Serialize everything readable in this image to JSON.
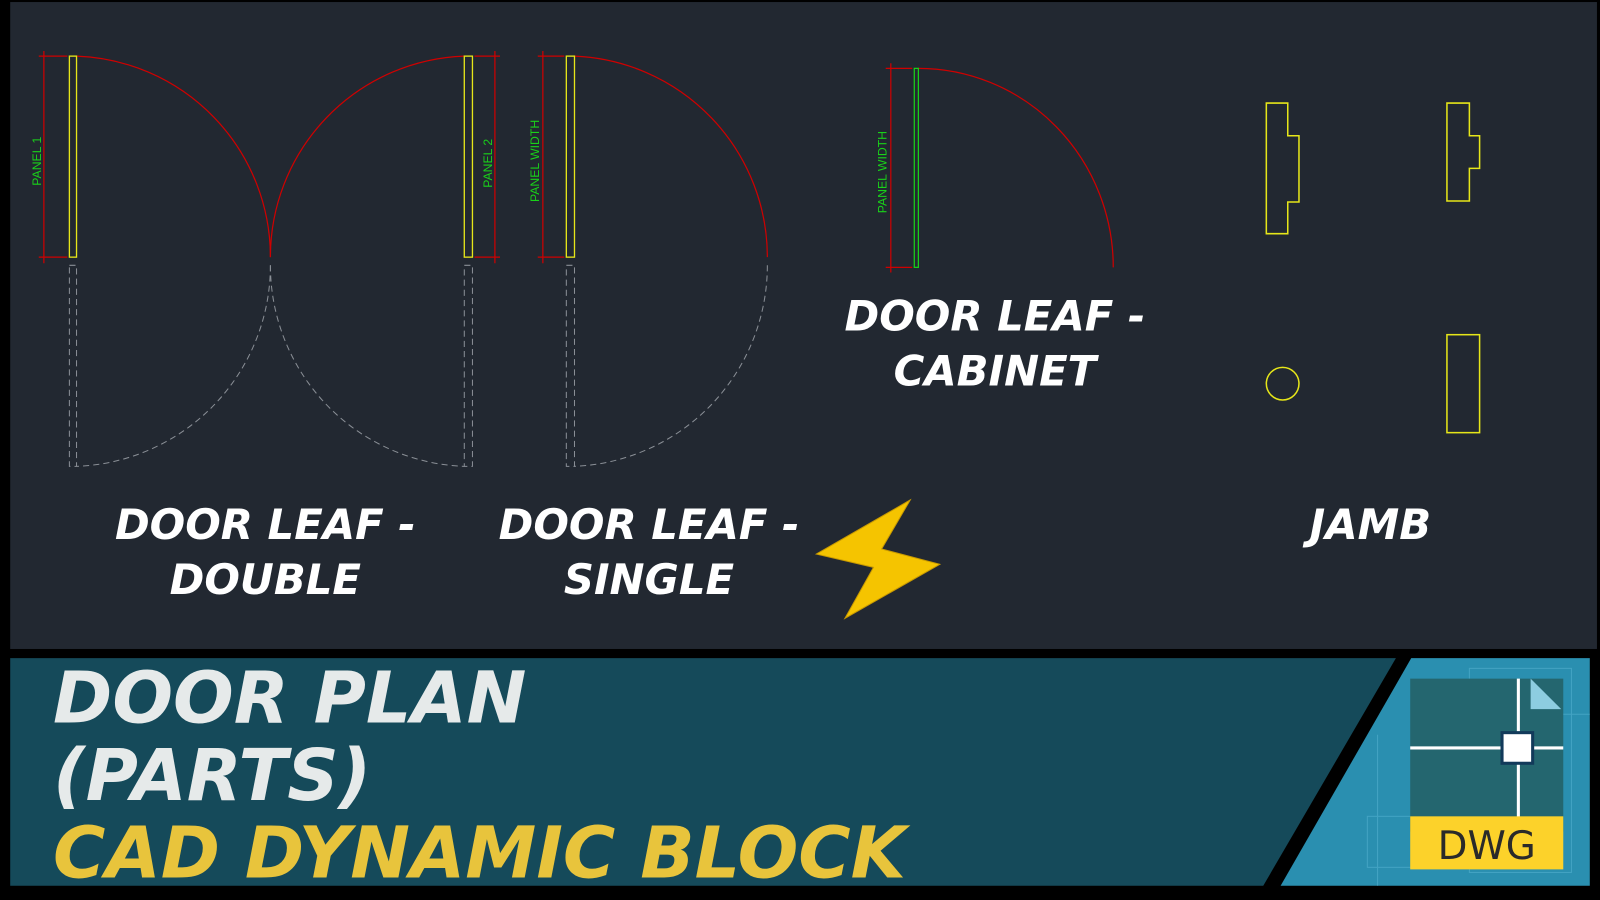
{
  "drawing": {
    "dimension_labels": {
      "panel_1": "PANEL 1",
      "panel_2": "PANEL 2",
      "single_width": "PANEL WIDTH",
      "cabinet_width": "PANEL WIDTH"
    },
    "block_labels": {
      "double": [
        "DOOR LEAF -",
        "DOUBLE"
      ],
      "single": [
        "DOOR LEAF -",
        "SINGLE"
      ],
      "cabinet": [
        "DOOR LEAF -",
        "CABINET"
      ],
      "jamb": "JAMB"
    },
    "colors": {
      "background": "#222831",
      "door_panel": "#e6e619",
      "swing_arc": "#d00000",
      "dimension_text": "#19d219",
      "ghost": "#8a8f96"
    }
  },
  "banner": {
    "title_line1": "DOOR PLAN",
    "title_line2": "(PARTS)",
    "subtitle": "CAD DYNAMIC BLOCK",
    "badge": "DWG",
    "colors": {
      "banner": "#154a5a",
      "title": "#e6eaea",
      "subtitle": "#e8c43c",
      "badge": "#fcd22a"
    }
  },
  "icons": {
    "bolt": "lightning-bolt-icon",
    "file": "dwg-file-icon"
  }
}
